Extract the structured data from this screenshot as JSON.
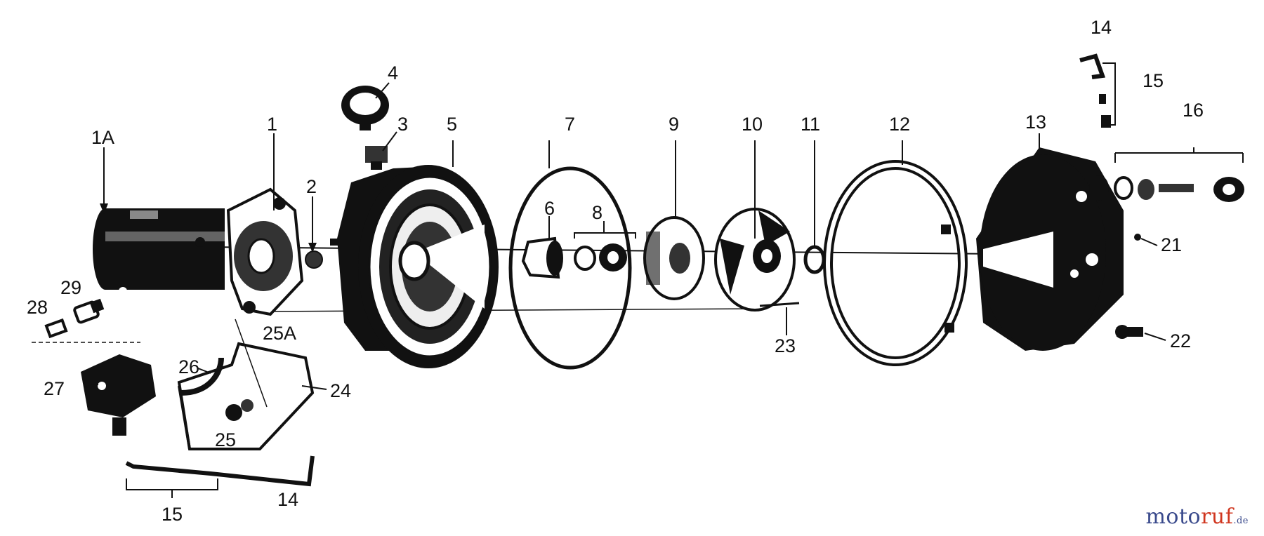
{
  "labels": {
    "l1A": "1A",
    "l1": "1",
    "l2": "2",
    "l3": "3",
    "l4": "4",
    "l5": "5",
    "l6": "6",
    "l7": "7",
    "l8": "8",
    "l9": "9",
    "l10": "10",
    "l11": "11",
    "l12": "12",
    "l13": "13",
    "l14_top": "14",
    "l15_top": "15",
    "l16": "16",
    "l21": "21",
    "l22": "22",
    "l23": "23",
    "l24": "24",
    "l25": "25",
    "l25A": "25A",
    "l26": "26",
    "l27": "27",
    "l28": "28",
    "l29": "29",
    "l14_bottom": "14",
    "l15_bottom": "15"
  },
  "watermark": {
    "part1": "moto",
    "part2": "ruf",
    "part3": ".de"
  }
}
